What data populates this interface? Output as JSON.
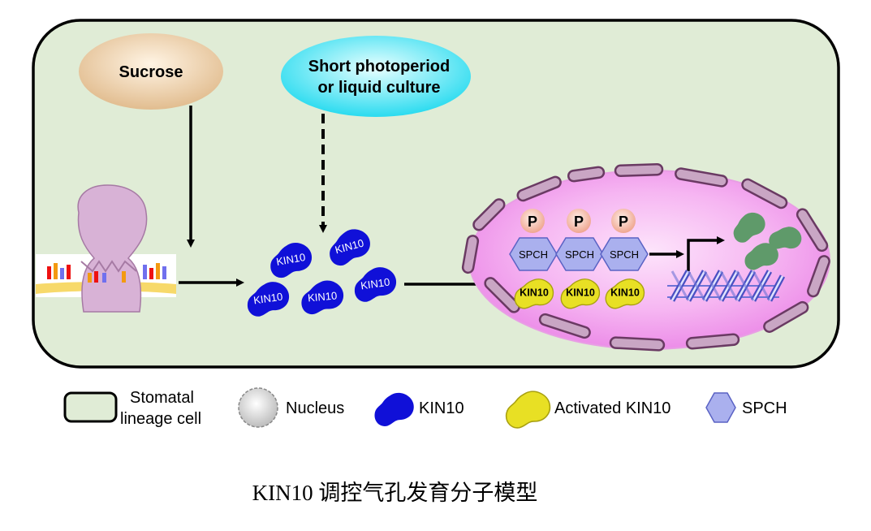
{
  "diagram": {
    "signals": {
      "sucrose": "Sucrose",
      "photoperiod_line1": "Short photoperiod",
      "photoperiod_line2": "or liquid culture"
    },
    "kin10_labels": [
      "KIN10",
      "KIN10",
      "KIN10",
      "KIN10",
      "KIN10"
    ],
    "nucleus": {
      "phospho_labels": [
        "P",
        "P",
        "P"
      ],
      "spch_labels": [
        "SPCH",
        "SPCH",
        "SPCH"
      ],
      "active_kin10_labels": [
        "KIN10",
        "KIN10",
        "KIN10"
      ]
    }
  },
  "legend": {
    "cell_line1": "Stomatal",
    "cell_line2": "lineage cell",
    "nucleus": "Nucleus",
    "kin10": "KIN10",
    "activated_kin10": "Activated KIN10",
    "spch": "SPCH"
  },
  "caption": "KIN10 调控气孔发育分子模型",
  "colors": {
    "cell_fill": "#e0ecd6",
    "sucrose_fill": "#e9c69c",
    "photoperiod_fill": "#2de6f2",
    "kin10_fill": "#1010d8",
    "activated_kin10_fill": "#e8e024",
    "spch_fill": "#aab0ee",
    "phospho_fill": "#f4b8a4",
    "nucleus_fill": "#f4a8f0",
    "granule_fill": "#5f9a6a",
    "membrane_fill": "#f7d96a",
    "transporter_fill": "#d8b2d6"
  }
}
